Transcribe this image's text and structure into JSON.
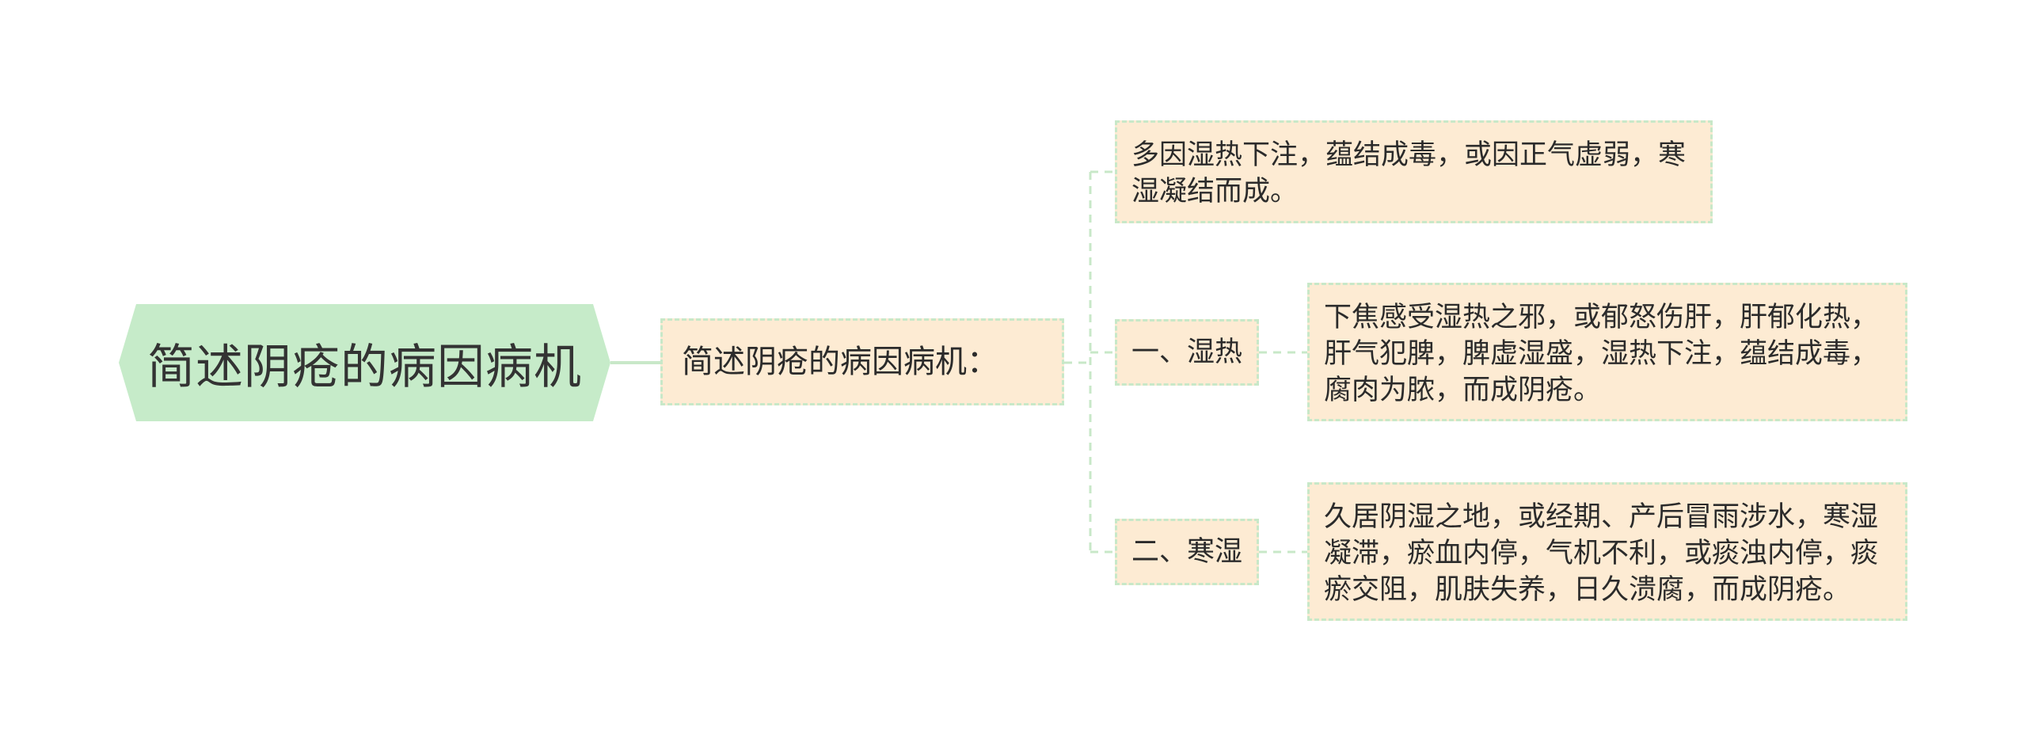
{
  "root": {
    "label": "简述阴疮的病因病机"
  },
  "mid": {
    "label": "简述阴疮的病因病机："
  },
  "branches": {
    "summary": {
      "text": "多因湿热下注，蕴结成毒，或因正气虚弱，寒湿凝结而成。"
    },
    "cat1": {
      "label": "一、湿热",
      "detail": "下焦感受湿热之邪，或郁怒伤肝，肝郁化热，肝气犯脾，脾虚湿盛，湿热下注，蕴结成毒，腐肉为脓，而成阴疮。"
    },
    "cat2": {
      "label": "二、寒湿",
      "detail": "久居阴湿之地，或经期、产后冒雨涉水，寒湿凝滞，瘀血内停，气机不利，或痰浊内停，痰瘀交阻，肌肤失养，日久溃腐，而成阴疮。"
    }
  },
  "colors": {
    "root_fill": "#c6ebc9",
    "node_fill": "#fdebd3",
    "connector": "#c8e8c8"
  }
}
